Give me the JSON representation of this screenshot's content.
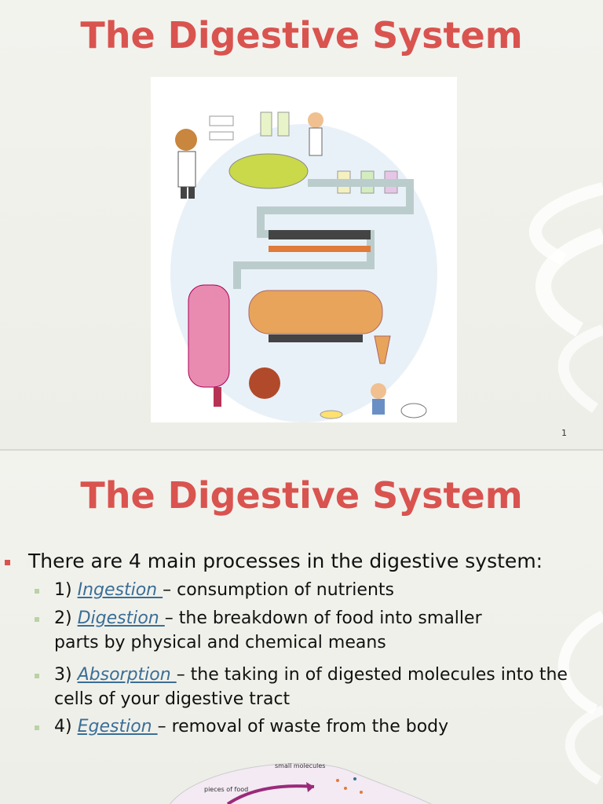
{
  "slide1": {
    "title": "The Digestive System",
    "slide_number": "1",
    "illustration": "digestive-machine-cartoon"
  },
  "slide2": {
    "title": "The Digestive System",
    "intro": "There are 4 main processes in the digestive system:",
    "processes": [
      {
        "num": "1)",
        "term": "Ingestion ",
        "desc": " – consumption of nutrients"
      },
      {
        "num": "2)",
        "term": "Digestion ",
        "desc": " – the breakdown of food into smaller parts by physical and chemical means"
      },
      {
        "num": "3)",
        "term": "Absorption ",
        "desc": " – the taking in of digested molecules into the cells of your digestive tract"
      },
      {
        "num": "4)",
        "term": "Egestion ",
        "desc": " – removal of waste from the body"
      }
    ],
    "figure_labels": {
      "small": "small molecules",
      "pieces": "pieces of food"
    }
  },
  "colors": {
    "title": "#d9534f",
    "term": "#3a6e96",
    "bullet_main": "#d9534f",
    "bullet_sub": "#b9d3a4"
  }
}
